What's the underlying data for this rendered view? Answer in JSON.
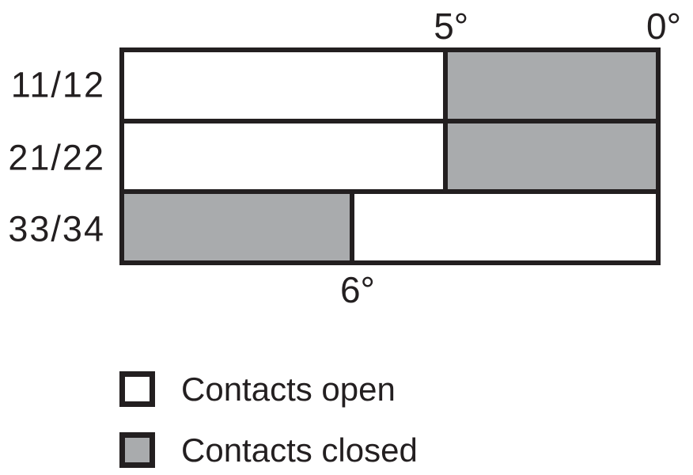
{
  "colors": {
    "line": "#231f20",
    "closed_fill": "#a9abad",
    "open_fill": "#ffffff",
    "background": "#ffffff"
  },
  "chart_data": {
    "type": "bar",
    "subtype": "contact-state timing diagram (horizontal state bars vs degree scale)",
    "title": "",
    "axis": {
      "unit": "degrees",
      "direction": "values decrease toward the right edge",
      "ticks_top": [
        {
          "label": "5°",
          "pos_pct": 60
        },
        {
          "label": "0°",
          "pos_pct": 100
        }
      ],
      "ticks_bottom": [
        {
          "label": "6°",
          "pos_pct": 43.3
        }
      ]
    },
    "rows": [
      {
        "label": "11/12",
        "segments": [
          {
            "state": "open",
            "width_pct": 60
          },
          {
            "state": "closed",
            "width_pct": 40
          }
        ]
      },
      {
        "label": "21/22",
        "segments": [
          {
            "state": "open",
            "width_pct": 60
          },
          {
            "state": "closed",
            "width_pct": 40
          }
        ]
      },
      {
        "label": "33/34",
        "segments": [
          {
            "state": "closed",
            "width_pct": 43.3
          },
          {
            "state": "open",
            "width_pct": 56.7
          }
        ]
      }
    ],
    "legend": [
      {
        "swatch": "open",
        "label": "Contacts open"
      },
      {
        "swatch": "closed",
        "label": "Contacts closed"
      }
    ],
    "legend_position": "bottom-left"
  }
}
